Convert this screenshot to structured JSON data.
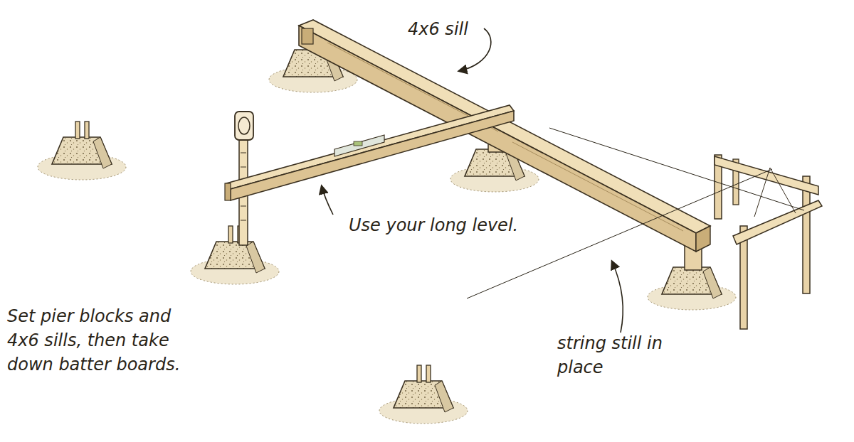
{
  "diagram": {
    "labels": [
      "4x6 sill",
      "Use your long level.",
      "string still in place",
      "Set pier blocks and 4x6 sills, then take down batter boards."
    ]
  }
}
